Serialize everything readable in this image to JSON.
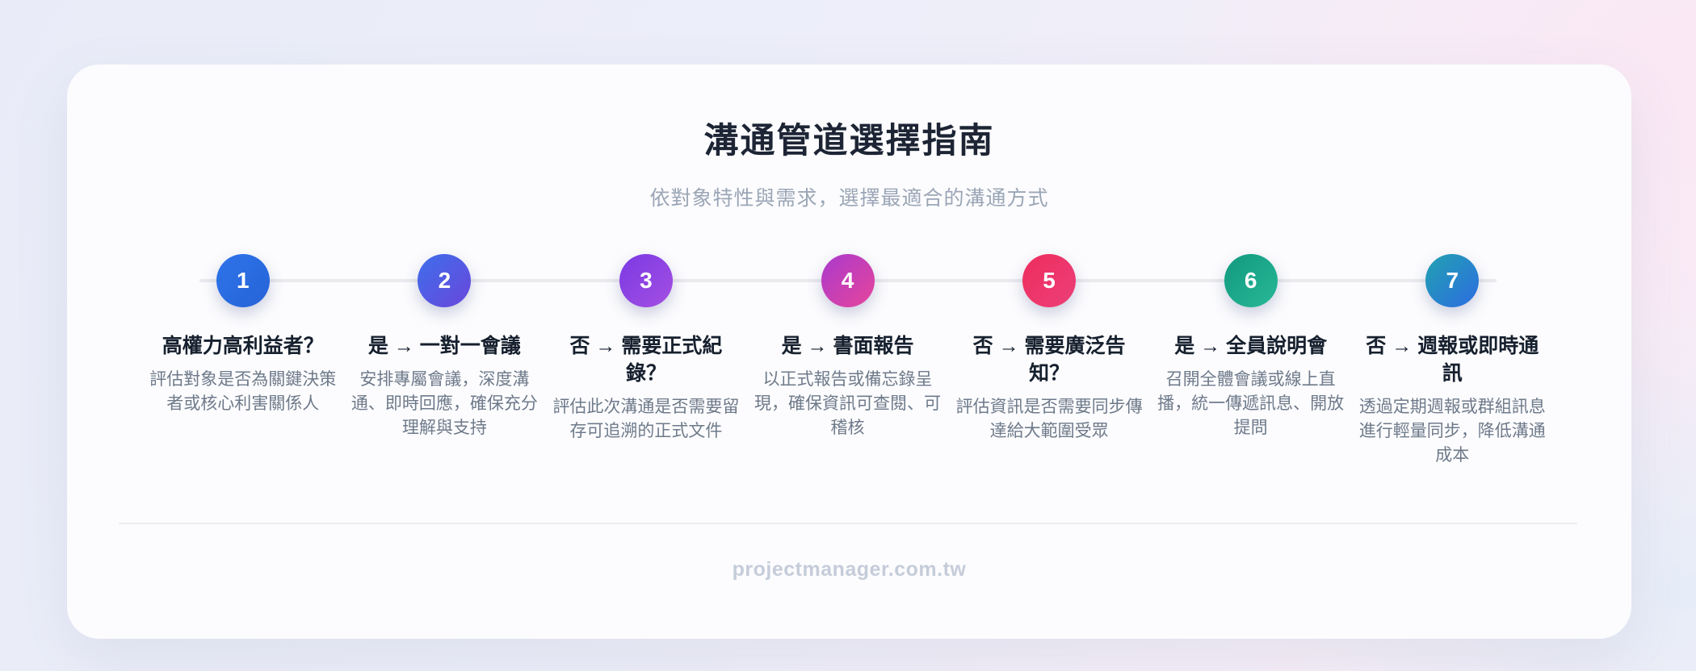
{
  "header": {
    "title": "溝通管道選擇指南",
    "subtitle": "依對象特性與需求，選擇最適合的溝通方式"
  },
  "steps": [
    {
      "number": "1",
      "title": "高權力高利益者？",
      "description": "評估對象是否為關鍵決策者或核心利害關係人",
      "gradient_from": "#2f74e9",
      "gradient_to": "#2563d8"
    },
    {
      "number": "2",
      "title": "是 → 一對一會議",
      "description": "安排專屬會議，深度溝通、即時回應，確保充分理解與支持",
      "gradient_from": "#3e6feb",
      "gradient_to": "#6a46dc"
    },
    {
      "number": "3",
      "title": "否 → 需要正式紀錄？",
      "description": "評估此次溝通是否需要留存可追溯的正式文件",
      "gradient_from": "#7a3ae4",
      "gradient_to": "#a54fe2"
    },
    {
      "number": "4",
      "title": "是 → 書面報告",
      "description": "以正式報告或備忘錄呈現，確保資訊可查閱、可稽核",
      "gradient_from": "#aa3ace",
      "gradient_to": "#e6459a"
    },
    {
      "number": "5",
      "title": "否 → 需要廣泛告知？",
      "description": "評估資訊是否需要同步傳達給大範圍受眾",
      "gradient_from": "#ee2d5d",
      "gradient_to": "#ec3f79"
    },
    {
      "number": "6",
      "title": "是 → 全員說明會",
      "description": "召開全體會議或線上直播，統一傳遞訊息、開放提問",
      "gradient_from": "#12997e",
      "gradient_to": "#27b897"
    },
    {
      "number": "7",
      "title": "否 → 週報或即時通訊",
      "description": "透過定期週報或群組訊息進行輕量同步，降低溝通成本",
      "gradient_from": "#21a2b0",
      "gradient_to": "#2d6ce2"
    }
  ],
  "footer": {
    "watermark": "projectmanager.com.tw"
  },
  "theme": {
    "page_background_left": "#e9ecf8",
    "page_background_right": "#f9edf6",
    "card_background": "#fcfcfe",
    "title_color": "#1d2535",
    "subtitle_color": "#9ba6b6",
    "step_title_color": "#16202e",
    "step_description_color": "#6e7a8a",
    "track_color": "#e9e9ee",
    "watermark_color": "#c5ccd9"
  }
}
